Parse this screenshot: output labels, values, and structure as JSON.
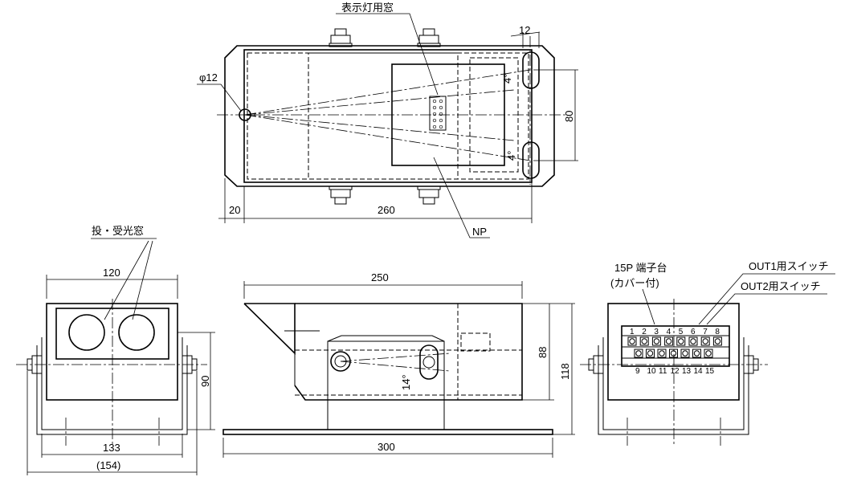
{
  "top_view": {
    "window_label": "表示灯用窓",
    "hole_dim": "φ12",
    "slot_width": "12",
    "angle_upper": "4°",
    "angle_lower": "4°",
    "height_dim": "80",
    "left_offset": "20",
    "length": "260",
    "nameplate": "NP"
  },
  "front_view": {
    "window_label": "投・受光窓",
    "width_top": "120",
    "height": "90",
    "width_base": "133",
    "width_overall": "(154)"
  },
  "side_view": {
    "length_top": "250",
    "length_base": "300",
    "height_inner": "88",
    "height_overall": "118",
    "angle": "14°"
  },
  "rear_view": {
    "terminal_label": "15P 端子台",
    "terminal_cover": "(カバー付)",
    "out1": "OUT1用スイッチ",
    "out2": "OUT2用スイッチ",
    "terminals_top": [
      "1",
      "2",
      "3",
      "4",
      "5",
      "6",
      "7",
      "8"
    ],
    "terminals_bottom": [
      "9",
      "10",
      "11",
      "12",
      "13",
      "14",
      "15"
    ]
  }
}
